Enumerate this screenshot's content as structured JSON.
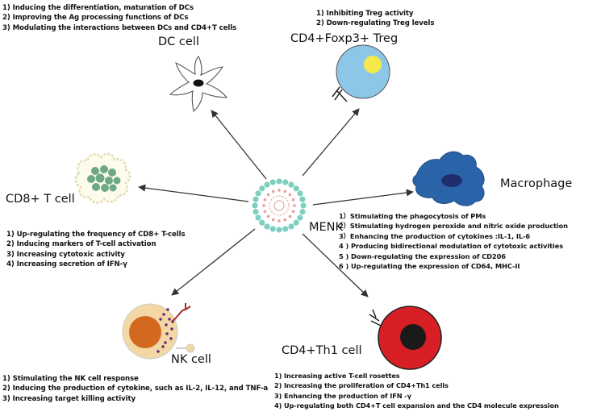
{
  "center": {
    "label": "MENK"
  },
  "cells": {
    "dc": {
      "label": "DC cell",
      "effects": [
        "1) Inducing the differentiation, maturation of DCs",
        "2) Improving the Ag processing functions of DCs",
        "3) Modulating the interactions between DCs and CD4+T cells"
      ]
    },
    "treg": {
      "label": "CD4+Foxp3+ Treg",
      "effects": [
        "1) Inhibiting Treg activity",
        "2) Down-regulating Treg levels"
      ]
    },
    "cd8": {
      "label": "CD8+ T cell",
      "effects": [
        "1) Up-regulating the frequency of CD8+ T-cells",
        "2) Inducing markers of T-cell activation",
        "3) Increasing cytotoxic activity",
        "4) Increasing secretion of IFN-γ"
      ]
    },
    "macrophage": {
      "label": "Macrophage",
      "effects": [
        "1）Stimulating the phagocytosis of PMs",
        "2）Stimulating hydrogen peroxide and nitric oxide production",
        "3）Enhancing the production of cytokines :IL-1, IL-6",
        "4 ) Producing bidirectional modulation of cytotoxic activities",
        "5 ) Down-regulating the expression of CD206",
        "6 ) Up-regulating the expression of CD64, MHC-II"
      ]
    },
    "nk": {
      "label": "NK cell",
      "effects": [
        "1) Stimulating the NK cell response",
        "2) Inducing the production of cytokine, such as IL-2, IL-12, and TNF-a",
        "3) Increasing target killing activity"
      ]
    },
    "th1": {
      "label": "CD4+Th1 cell",
      "effects": [
        "1) Increasing active T-cell rosettes",
        "2) Increasing the proliferation of CD4+Th1 cells",
        "3) Enhancing the production of IFN -γ",
        "4) Up-regulating both CD4+T cell expansion and the CD4 molecule expression"
      ]
    }
  },
  "colors": {
    "arrow": "#333333",
    "treg_body": "#8cc7e8",
    "treg_nucleus": "#f4e84a",
    "macrophage_body": "#2b63a8",
    "macrophage_nucleus": "#1f2f6e",
    "cd8_nucleus": "#6fa884",
    "nk_body": "#f3d7a4",
    "nk_nucleus": "#d2691e",
    "nk_granule": "#5a2a7a",
    "th1_body": "#d81f26",
    "th1_nucleus": "#1a1a1a",
    "menk_outer": "#7fcfc0",
    "menk_inner": "#e8a0a0"
  }
}
